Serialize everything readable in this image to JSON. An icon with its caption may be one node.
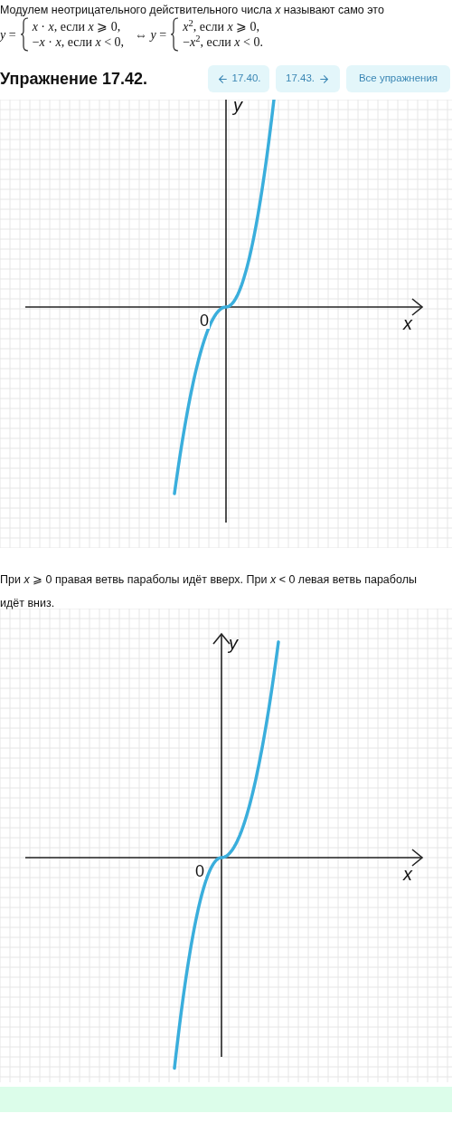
{
  "diagram": {
    "title": "Упражнение 17.42.",
    "nodes": [
      {
        "text": [
          "17.40."
        ]
      },
      {
        "text": [
          "17.43."
        ]
      },
      {
        "text": [
          "Все упражнения"
        ]
      }
    ],
    "labels": [
      "Модулем неотрицательного действительного числа *x* называют само это",
      "*y* =",
      "*x* · *x*, если *x* ⩾ 0,",
      "−*x* · *x*, если *x* < 0,",
      "⇔ *y* =",
      "*x*$^{2}$, если *x* ⩾ 0,",
      "−*x*$^{2}$, если *x* < 0.",
      "При *x* ⩾ 0 правая ветвь параболы идёт вверх. При *x* < 0 левая ветвь параболы идёт вниз.",
      "y",
      "0",
      "x",
      "y",
      "0",
      "x"
    ]
  }
}
